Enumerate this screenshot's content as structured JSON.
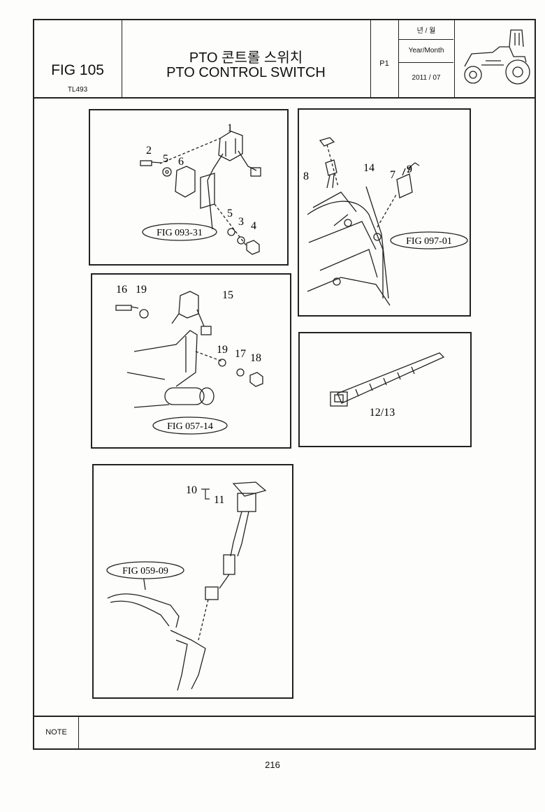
{
  "header": {
    "fig_number": "FIG 105",
    "model": "TL493",
    "title_korean": "PTO 콘트롤 스위치",
    "title_english": "PTO CONTROL SWITCH",
    "page_code": "P1",
    "year_month_korean": "년 / 월",
    "year_month_english": "Year/Month",
    "date": "2011 / 07",
    "tractor_icon": "tractor-icon"
  },
  "diagrams": {
    "d1": {
      "callouts": [
        "1",
        "2",
        "5",
        "6",
        "5",
        "3",
        "4"
      ],
      "ref": "FIG 093-31"
    },
    "d2": {
      "callouts": [
        "14",
        "8",
        "7",
        "9"
      ],
      "ref": "FIG 097-01"
    },
    "d3": {
      "callouts": [
        "16",
        "19",
        "15",
        "19",
        "17",
        "18"
      ],
      "ref": "FIG 057-14"
    },
    "d4": {
      "callouts": [
        "12/13"
      ]
    },
    "d5": {
      "callouts": [
        "10",
        "11"
      ],
      "ref": "FIG 059-09"
    }
  },
  "note_label": "NOTE",
  "page_number": "216"
}
